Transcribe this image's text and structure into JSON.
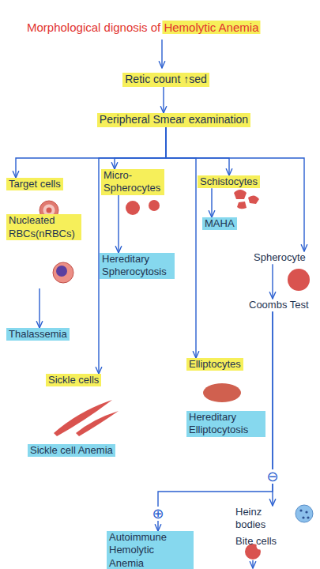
{
  "diagram": {
    "title": "Morphological dignosis of Hemolytic Anemia",
    "nodes": [
      {
        "text": [
          "Retic count ↑sed"
        ]
      },
      {
        "text": [
          "Peripheral Smear examination"
        ]
      },
      {
        "text": [
          "Target cells",
          "Nucleated RBCs(nRBCs)"
        ]
      },
      {
        "text": [
          "Micro-Spherocytes"
        ]
      },
      {
        "text": [
          "Schistocytes"
        ]
      },
      {
        "text": [
          "Hereditary Spherocytosis"
        ]
      },
      {
        "text": [
          "MAHA"
        ]
      },
      {
        "text": [
          "Spherocyte"
        ]
      },
      {
        "text": [
          "Thalassemia"
        ]
      },
      {
        "text": [
          "Coombs Test"
        ]
      },
      {
        "text": [
          "Sickle cells"
        ]
      },
      {
        "text": [
          "Elliptocytes"
        ]
      },
      {
        "text": [
          "Sickle cell Anemia"
        ]
      },
      {
        "text": [
          "Hereditary Elliptocytosis"
        ]
      },
      {
        "text": [
          "Autoimmune Hemolytic Anemia"
        ]
      },
      {
        "text": [
          "Heinz bodies",
          "Bite cells"
        ]
      }
    ],
    "edges": [
      {
        "from": 0,
        "to": 1,
        "arrow": "to"
      },
      {
        "from": 1,
        "to": 2,
        "arrow": "to"
      },
      {
        "from": 1,
        "to": 3,
        "arrow": "to"
      },
      {
        "from": 1,
        "to": 4,
        "arrow": "to"
      },
      {
        "from": 1,
        "to": 7,
        "arrow": "to"
      },
      {
        "from": 1,
        "to": 10,
        "arrow": "to"
      },
      {
        "from": 1,
        "to": 11,
        "arrow": "to"
      },
      {
        "from": 2,
        "to": 8,
        "arrow": "to"
      },
      {
        "from": 3,
        "to": 5,
        "arrow": "to"
      },
      {
        "from": 4,
        "to": 6,
        "arrow": "to"
      },
      {
        "from": 7,
        "to": 9,
        "arrow": "to"
      },
      {
        "from": 9,
        "to": 14,
        "label": "⊕",
        "arrow": "to"
      },
      {
        "from": 9,
        "to": 15,
        "label": "⊖",
        "arrow": "to"
      }
    ]
  }
}
